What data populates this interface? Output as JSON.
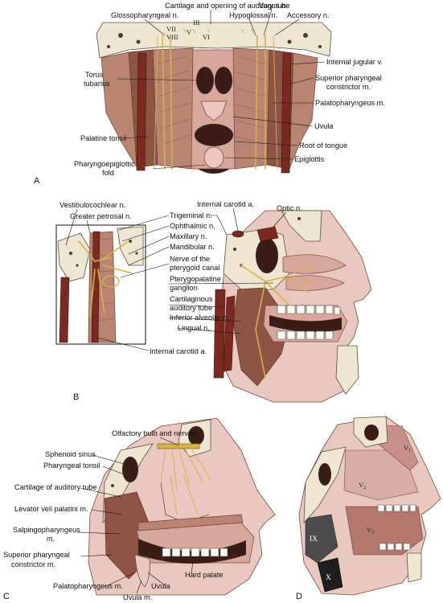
{
  "panels": {
    "a": {
      "letter": "A",
      "labels": {
        "cartilage_tube": "Cartilage and opening of auditory tube",
        "glossopharyngeal": "Glossopharyngeal n.",
        "hypoglossal": "Hypoglossal n.",
        "vagus": "Vagus n.",
        "accessory": "Accessory n.",
        "internal_jugular": "Internal jugular v.",
        "superior_constrictor_1": "Superior pharyngeal",
        "superior_constrictor_2": "constrictor m.",
        "palatopharyngeus": "Palatopharyngeus m.",
        "uvula": "Uvula",
        "root_tongue": "Root of tongue",
        "epiglottis": "Epiglottis",
        "torus_1": "Torus",
        "torus_2": "tubarius",
        "palatine_tonsil": "Palatine tonsil",
        "pharyngoepiglottic_1": "Pharyngoepiglottic",
        "pharyngoepiglottic_2": "fold"
      },
      "cranial_numerals": {
        "iii": "III",
        "v": "V",
        "vi": "VI",
        "vii": "VII",
        "viii": "VIII"
      }
    },
    "b": {
      "letter": "B",
      "labels": {
        "vestibulocochlear": "Vestibulocochlear n.",
        "greater_petrosal": "Greater petrosal n.",
        "trigeminal": "Trigeminal n.",
        "ophthalmic": "Ophthalmic n.",
        "maxillary": "Maxillary n.",
        "mandibular": "Mandibular n.",
        "pterygoid_canal_1": "Nerve of the",
        "pterygoid_canal_2": "pterygoid canal",
        "pterygopalatine_1": "Pterygopalatine",
        "pterygopalatine_2": "ganglion",
        "cartilaginous_1": "Cartilaginous",
        "cartilaginous_2": "auditory tube",
        "inferior_alveolar": "Inferior alveolar n.",
        "lingual": "Lingual n.",
        "internal_carotid_bottom": "Internal carotid a.",
        "internal_carotid_top": "Internal carotid a.",
        "optic": "Optic n."
      }
    },
    "c": {
      "letter": "C",
      "labels": {
        "olfactory": "Olfactory bulb and nerves",
        "sphenoid": "Sphenoid sinus",
        "pharyngeal_tonsil": "Pharyngeal tonsil",
        "cartilage_tube": "Cartilage of auditory tube",
        "levator": "Levator veli palatini m.",
        "salpingo_1": "Salpingopharyngeus",
        "salpingo_2": "m.",
        "sup_constrictor_1": "Superior pharyngeal",
        "sup_constrictor_2": "constrictor m.",
        "palatopharyngeus": "Palatopharyngeus m.",
        "uvula_m": "Uvula m.",
        "uvula": "Uvula",
        "hard_palate": "Hard palate"
      }
    },
    "d": {
      "letter": "D",
      "regions": {
        "v1": "V",
        "v1_sub": "1",
        "v2": "V",
        "v2_sub": "2",
        "v3": "V",
        "v3_sub": "3",
        "ix": "IX",
        "x": "X"
      }
    }
  },
  "colors": {
    "muscle": "#b98572",
    "skin": "#e9c8bf",
    "bone": "#efe6d2",
    "nerve": "#d6b04a",
    "vessel": "#7b2a22"
  }
}
